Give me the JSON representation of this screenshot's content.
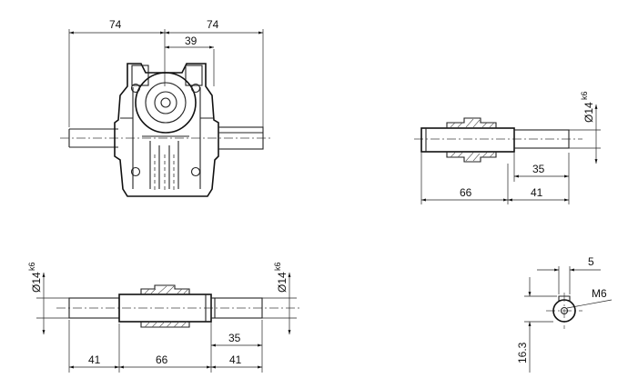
{
  "dimensions": {
    "front_left_width": "74",
    "front_right_width": "74",
    "front_offset": "39",
    "side_shaft_dia": "Ø14",
    "side_shaft_tol": "k6",
    "side_length_body": "66",
    "side_length_shaft": "41",
    "side_length_inner": "35",
    "bottom_left_dia": "Ø14",
    "bottom_left_tol": "k6",
    "bottom_right_dia": "Ø14",
    "bottom_right_tol": "k6",
    "bottom_left_len": "41",
    "bottom_mid_len": "66",
    "bottom_right_len": "41",
    "bottom_inner_len": "35",
    "detail_width": "5",
    "detail_thread": "M6",
    "detail_height": "16.3"
  }
}
